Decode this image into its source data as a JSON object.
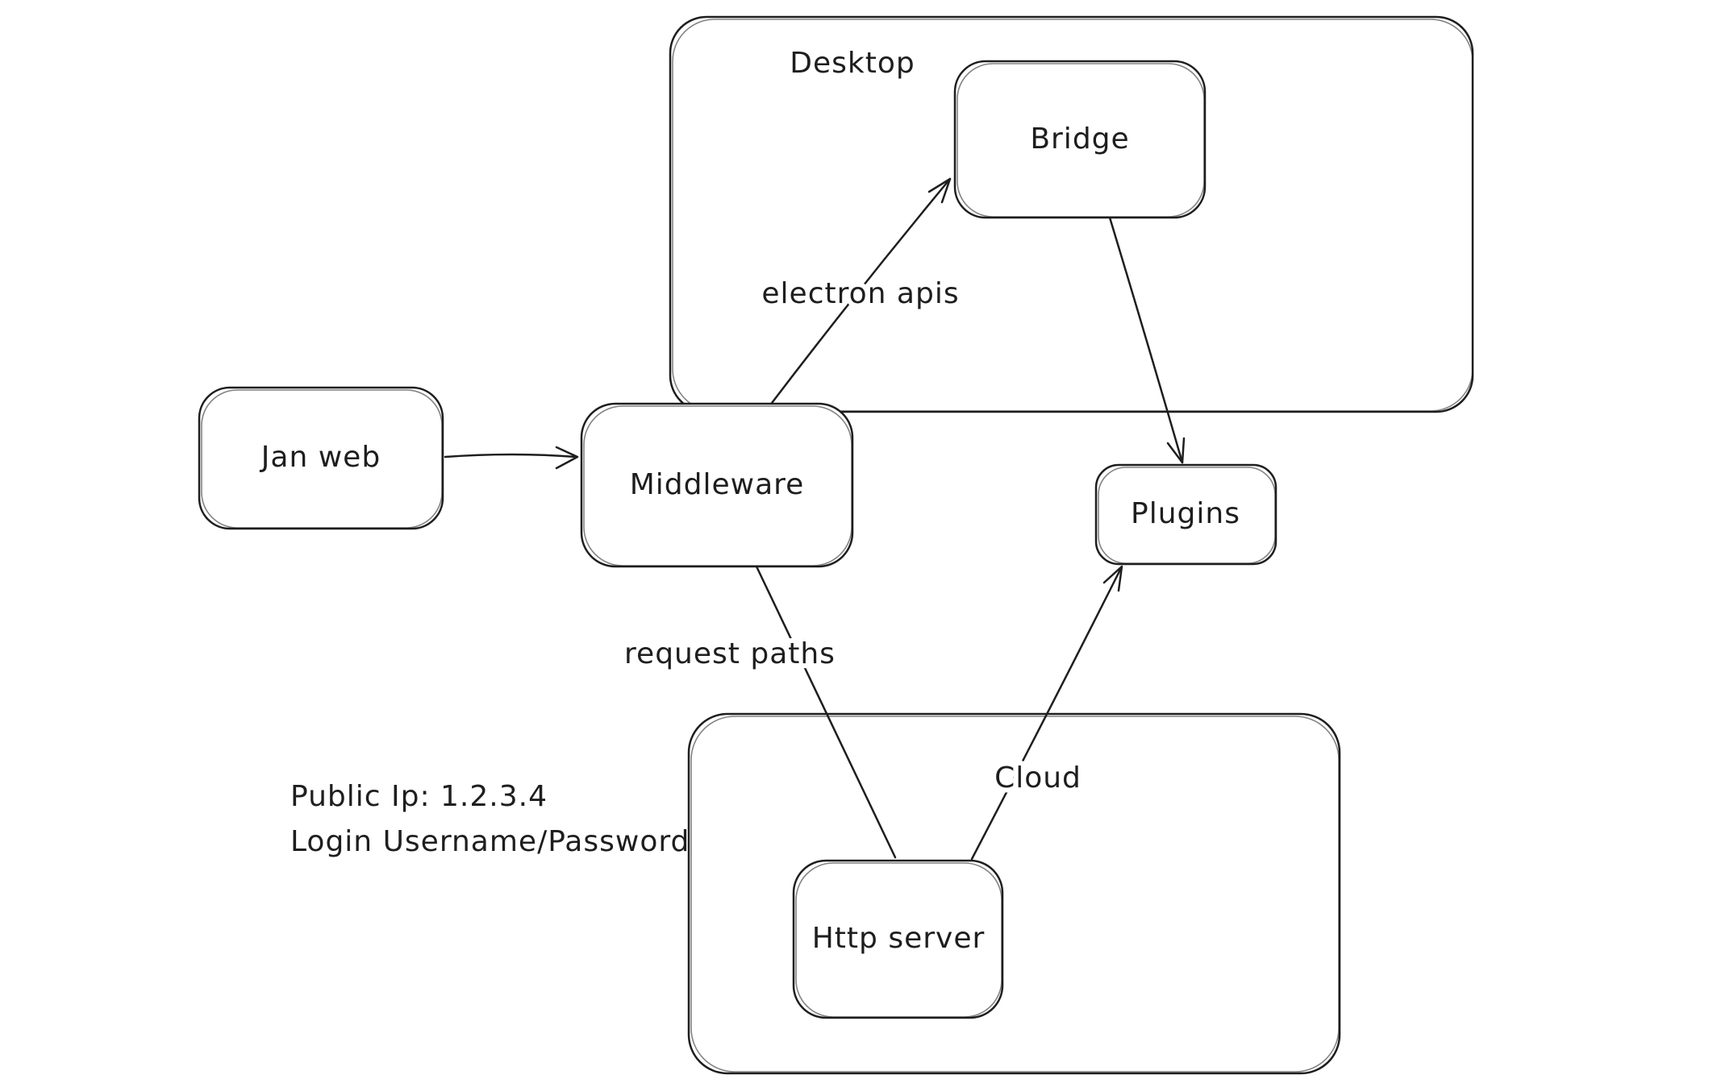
{
  "canvas": {
    "background": "#ffffff",
    "stroke": "#1e1e1e"
  },
  "nodes": {
    "desktop": {
      "label": "Desktop",
      "kind": "container"
    },
    "bridge": {
      "label": "Bridge"
    },
    "jan_web": {
      "label": "Jan web"
    },
    "middleware": {
      "label": "Middleware"
    },
    "plugins": {
      "label": "Plugins"
    },
    "cloud": {
      "label": "Cloud",
      "kind": "container"
    },
    "http_server": {
      "label": "Http server"
    }
  },
  "edges": {
    "jan_web_to_middleware": {
      "from": "jan_web",
      "to": "middleware",
      "label": ""
    },
    "middleware_to_bridge": {
      "from": "middleware",
      "to": "bridge",
      "label": "electron apis"
    },
    "bridge_to_plugins": {
      "from": "bridge",
      "to": "plugins",
      "label": ""
    },
    "middleware_to_http_server": {
      "from": "middleware",
      "to": "http_server",
      "label": "request paths"
    },
    "http_server_to_plugins": {
      "from": "http_server",
      "to": "plugins",
      "label": ""
    }
  },
  "annotations": {
    "public_ip": "Public Ip: 1.2.3.4",
    "login_credentials": "Login Username/Password"
  }
}
